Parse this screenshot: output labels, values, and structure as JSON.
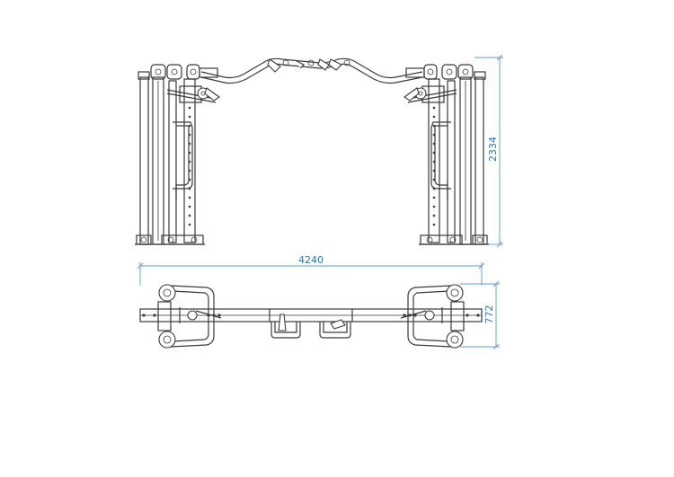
{
  "dimensions": {
    "front_height": "2334",
    "overall_width": "4240",
    "plan_depth": "772"
  },
  "colors": {
    "line": "#3a3a3a",
    "dimension_line": "#5b9bd5",
    "dimension_text": "#2e75b6"
  }
}
